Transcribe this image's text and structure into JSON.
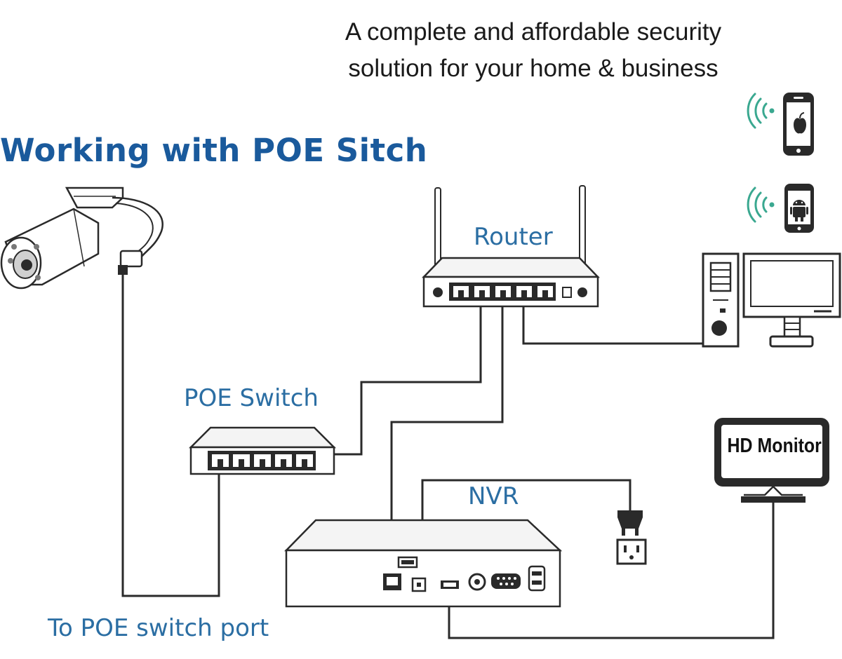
{
  "header": {
    "tagline_line1": "A complete and affordable security",
    "tagline_line2": "solution for your home & business",
    "title": "Working with POE Sitch"
  },
  "labels": {
    "router": "Router",
    "poe_switch": "POE Switch",
    "nvr": "NVR",
    "hd_monitor": "HD Monitor",
    "camera_note": "To POE switch port"
  },
  "icons": {
    "camera": "bullet-camera-icon",
    "router": "router-icon",
    "switch": "poe-switch-icon",
    "nvr": "nvr-icon",
    "desktop": "desktop-computer-icon",
    "monitor": "hd-monitor-icon",
    "ios_phone": "apple-phone-icon",
    "android_phone": "android-phone-icon",
    "wifi": "wifi-signal-icon",
    "plug": "power-plug-icon",
    "outlet": "wall-outlet-icon"
  },
  "colors": {
    "title": "#1a5a9c",
    "label": "#2b6ea3",
    "wifi": "#3aa890",
    "line": "#2a2a2a"
  }
}
